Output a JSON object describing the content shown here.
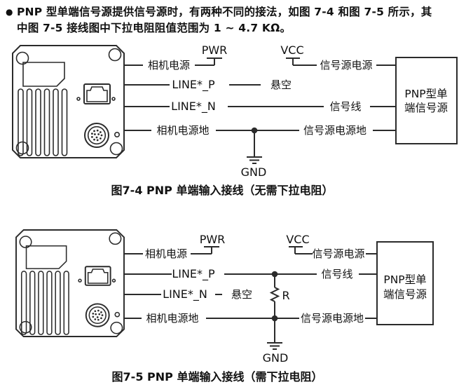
{
  "intro": {
    "bullet": "●",
    "line1": "PNP 型单端信号源提供信号源时，有两种不同的接法，如图 7-4 和图 7-5 所示，其",
    "line2": "中图 7-5 接线图中下拉电阻阻值范围为 1 ~ 4.7 KΩ。"
  },
  "figure1": {
    "caption": "图7-4 PNP 单端输入接线（无需下拉电阻）",
    "camera": {
      "power": "相机电源",
      "line_p": "LINE*_P",
      "line_n": "LINE*_N",
      "power_ground": "相机电源地"
    },
    "terminals": {
      "pwr": "PWR",
      "vcc": "VCC",
      "gnd": "GND"
    },
    "source": {
      "power": "信号源电源",
      "floating": "悬空",
      "signal_line": "信号线",
      "power_ground": "信号源电源地",
      "box_line1": "PNP型单",
      "box_line2": "端信号源"
    }
  },
  "figure2": {
    "caption": "图7-5 PNP 单端输入接线（需下拉电阻）",
    "camera": {
      "power": "相机电源",
      "line_p": "LINE*_P",
      "line_n": "LINE*_N",
      "power_ground": "相机电源地"
    },
    "terminals": {
      "pwr": "PWR",
      "vcc": "VCC",
      "gnd": "GND"
    },
    "resistor_label": "R",
    "source": {
      "power": "信号源电源",
      "floating": "悬空",
      "signal_line": "信号线",
      "power_ground": "信号源电源地",
      "box_line1": "PNP型单",
      "box_line2": "端信号源"
    }
  },
  "colors": {
    "background": "#ffffff",
    "line": "#2b2b2b",
    "text": "#111111"
  }
}
